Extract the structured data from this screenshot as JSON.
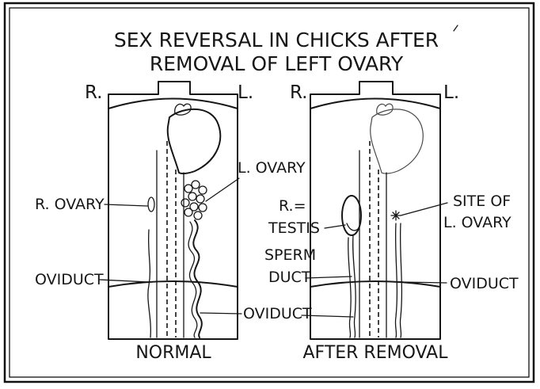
{
  "title": {
    "line1": "SEX REVERSAL IN CHICKS AFTER",
    "line2": "REMOVAL OF LEFT OVARY"
  },
  "left_panel": {
    "side_r": "R.",
    "side_l": "L.",
    "caption": "NORMAL",
    "labels": {
      "l_ovary": "L. OVARY",
      "r_ovary": "R. OVARY",
      "oviduct_left": "OVIDUCT",
      "oviduct_right": "OVIDUCT"
    }
  },
  "right_panel": {
    "side_r": "R.",
    "side_l": "L.",
    "caption": "AFTER REMOVAL",
    "labels": {
      "r_testis_1": "R.=",
      "r_testis_2": "TESTIS",
      "sperm_duct_1": "SPERM",
      "sperm_duct_2": "DUCT",
      "site_1": "SITE OF",
      "site_2": "L. OVARY",
      "oviduct": "OVIDUCT"
    }
  }
}
